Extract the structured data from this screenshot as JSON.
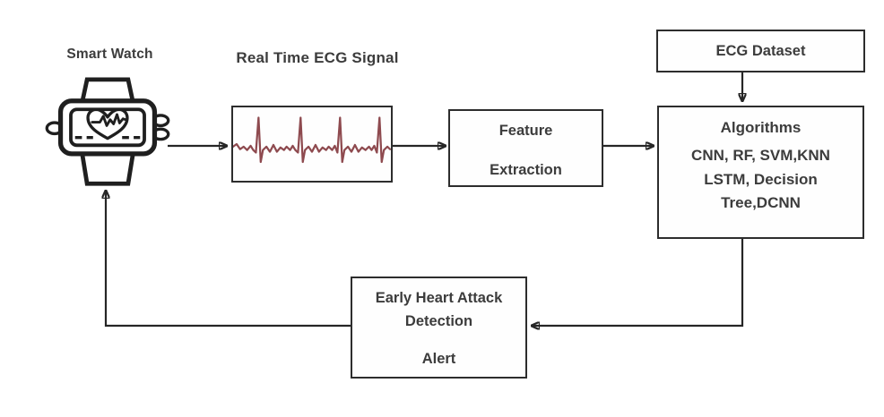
{
  "diagram": {
    "description": "Early heart attack detection system flowchart",
    "colors": {
      "background": "#ffffff",
      "box_border": "#2d2d2d",
      "text": "#3c3c3c",
      "arrow": "#262626",
      "ecg_trace": "#8e4a4f"
    },
    "nodes": {
      "smart_watch": {
        "label": "Smart Watch",
        "icon": "smart-watch-icon"
      },
      "ecg_signal": {
        "label": "Real Time ECG Signal",
        "icon": "ecg-waveform-icon"
      },
      "feature_extraction": {
        "line1": "Feature",
        "line2": "Extraction"
      },
      "ecg_dataset": {
        "label": "ECG Dataset"
      },
      "algorithms": {
        "title": "Algorithms",
        "lines": [
          "CNN, RF, SVM,KNN",
          "LSTM, Decision",
          "Tree,DCNN"
        ]
      },
      "alert": {
        "line1": "Early Heart Attack",
        "line2": "Detection",
        "line3": "Alert"
      }
    },
    "edges": [
      {
        "from": "smart_watch",
        "to": "ecg_signal"
      },
      {
        "from": "ecg_signal",
        "to": "feature_extraction"
      },
      {
        "from": "feature_extraction",
        "to": "algorithms"
      },
      {
        "from": "ecg_dataset",
        "to": "algorithms"
      },
      {
        "from": "algorithms",
        "to": "alert"
      },
      {
        "from": "alert",
        "to": "smart_watch"
      }
    ]
  }
}
